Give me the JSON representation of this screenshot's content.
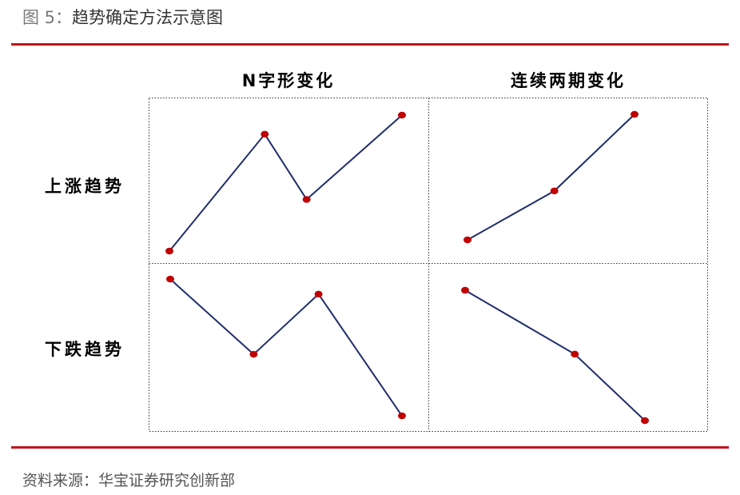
{
  "figure": {
    "title_prefix": "图 5：",
    "title": "趋势确定方法示意图",
    "source": "资料来源：华宝证券研究创新部"
  },
  "columns": [
    "N字形变化",
    "连续两期变化"
  ],
  "rows": [
    "上涨趋势",
    "下跌趋势"
  ],
  "colors": {
    "rule": "#c0151b",
    "line": "#1f2d6b",
    "point": "#c00000",
    "grid": "#333333"
  },
  "patterns": {
    "n_up": {
      "values": [
        0.0,
        0.86,
        0.38,
        1.0
      ],
      "x": [
        0.0,
        0.41,
        0.59,
        1.0
      ]
    },
    "two_up": {
      "values": [
        0.0,
        0.39,
        1.0
      ],
      "x": [
        0.0,
        0.52,
        1.0
      ]
    },
    "n_down": {
      "values": [
        1.0,
        0.45,
        0.89,
        0.0
      ],
      "x": [
        0.0,
        0.36,
        0.64,
        1.0
      ]
    },
    "two_down": {
      "values": [
        1.0,
        0.51,
        0.0
      ],
      "x": [
        0.0,
        0.61,
        1.0
      ]
    }
  }
}
